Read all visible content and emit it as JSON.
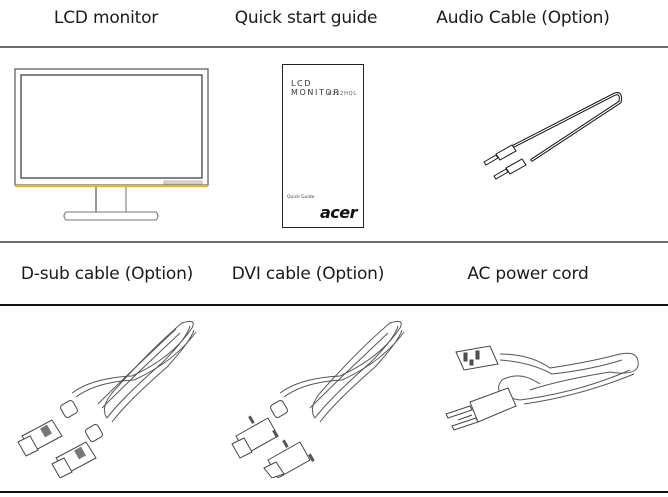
{
  "row1": {
    "items": [
      {
        "label": "LCD monitor",
        "icon": "lcd-monitor"
      },
      {
        "label": "Quick start guide",
        "icon": "quick-start-guide-booklet"
      },
      {
        "label": "Audio Cable (Option)",
        "icon": "audio-cable"
      }
    ]
  },
  "row2": {
    "items": [
      {
        "label": "D-sub cable (Option)",
        "icon": "d-sub-cable"
      },
      {
        "label": "DVI cable (Option)",
        "icon": "dvi-cable"
      },
      {
        "label": "AC power cord",
        "icon": "ac-power-cord"
      }
    ]
  },
  "guide": {
    "title": "LCD MONITOR",
    "model": "K222HQL",
    "subtitle": "Quick Guide",
    "brand": "acer"
  },
  "colors": {
    "monitor_accent": "#f0b323",
    "rule_light": "#6b6b6b",
    "rule_dark": "#111111"
  }
}
